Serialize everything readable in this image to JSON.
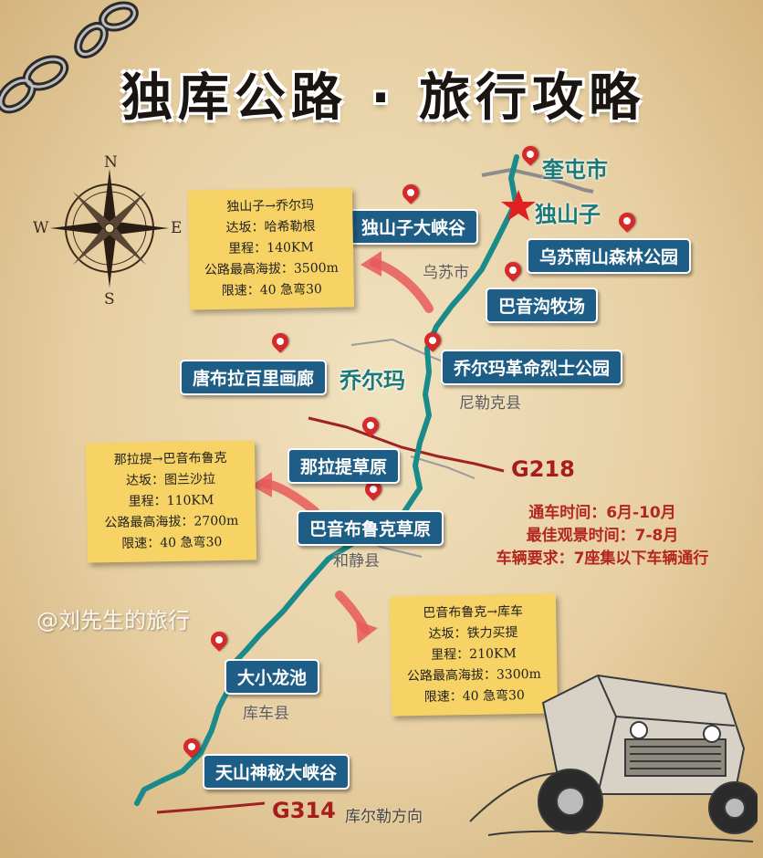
{
  "title": "独库公路 · 旅行攻略",
  "compass": {
    "n": "N",
    "s": "S",
    "e": "E",
    "w": "W"
  },
  "towns": {
    "kuitun": "奎屯市",
    "dushanzi": "独山子",
    "qiaoerma": "乔尔玛"
  },
  "counties": {
    "wusu": "乌苏市",
    "nileke": "尼勒克县",
    "hejing": "和静县",
    "kuche": "库车县"
  },
  "highways": {
    "g218": "G218",
    "g314": "G314",
    "korla": "库尔勒方向"
  },
  "spots": [
    {
      "label": "独山子大峡谷"
    },
    {
      "label": "乌苏南山森林公园"
    },
    {
      "label": "巴音沟牧场"
    },
    {
      "label": "乔尔玛革命烈士公园"
    },
    {
      "label": "唐布拉百里画廊"
    },
    {
      "label": "那拉提草原"
    },
    {
      "label": "巴音布鲁克草原"
    },
    {
      "label": "大小龙池"
    },
    {
      "label": "天山神秘大峡谷"
    }
  ],
  "notes": [
    {
      "route": "独山子→乔尔玛",
      "pass": "达坂：哈希勒根",
      "distance": "里程：140KM",
      "altitude": "公路最高海拔：3500m",
      "speed": "限速：40 急弯30"
    },
    {
      "route": "那拉提→巴音布鲁克",
      "pass": "达坂：图兰沙拉",
      "distance": "里程：110KM",
      "altitude": "公路最高海拔：2700m",
      "speed": "限速：40 急弯30"
    },
    {
      "route": "巴音布鲁克→库车",
      "pass": "达坂：铁力买提",
      "distance": "里程：210KM",
      "altitude": "公路最高海拔：3300m",
      "speed": "限速：40 急弯30"
    }
  ],
  "info": {
    "open_time": "通车时间：6月-10月",
    "best_time": "最佳观景时间：7-8月",
    "vehicle": "车辆要求：7座集以下车辆通行"
  },
  "watermark": "@刘先生的旅行",
  "colors": {
    "route": "#1b8a8a",
    "highway": "#9e2224",
    "label_bg": "#1e5e86",
    "note_bg": "#f7d264",
    "info_text": "#b5271e",
    "pin": "#d7282a"
  }
}
